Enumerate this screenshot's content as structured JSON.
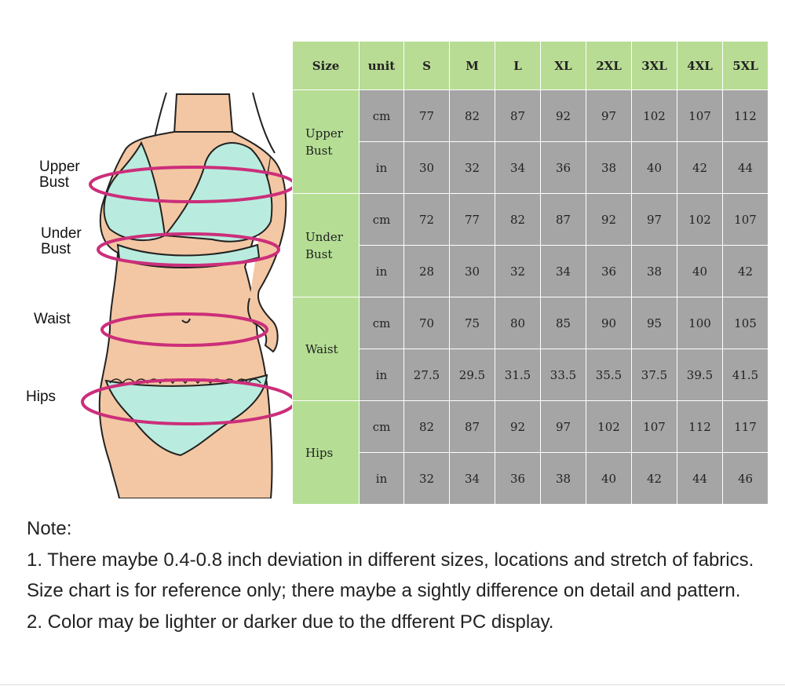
{
  "figure_labels": {
    "upper_bust": [
      "Upper",
      "Bust"
    ],
    "under_bust": [
      "Under",
      "Bust"
    ],
    "waist": "Waist",
    "hips": "Hips"
  },
  "table": {
    "header": {
      "size": "Size",
      "unit": "unit",
      "sizes": [
        "S",
        "M",
        "L",
        "XL",
        "2XL",
        "3XL",
        "4XL",
        "5XL"
      ]
    },
    "groups": [
      {
        "label": [
          "Upper",
          "Bust"
        ],
        "rows": [
          {
            "unit": "cm",
            "values": [
              "77",
              "82",
              "87",
              "92",
              "97",
              "102",
              "107",
              "112"
            ]
          },
          {
            "unit": "in",
            "values": [
              "30",
              "32",
              "34",
              "36",
              "38",
              "40",
              "42",
              "44"
            ]
          }
        ]
      },
      {
        "label": [
          "Under",
          "Bust"
        ],
        "rows": [
          {
            "unit": "cm",
            "values": [
              "72",
              "77",
              "82",
              "87",
              "92",
              "97",
              "102",
              "107"
            ]
          },
          {
            "unit": "in",
            "values": [
              "28",
              "30",
              "32",
              "34",
              "36",
              "38",
              "40",
              "42"
            ]
          }
        ]
      },
      {
        "label": [
          "Waist"
        ],
        "rows": [
          {
            "unit": "cm",
            "values": [
              "70",
              "75",
              "80",
              "85",
              "90",
              "95",
              "100",
              "105"
            ]
          },
          {
            "unit": "in",
            "values": [
              "27.5",
              "29.5",
              "31.5",
              "33.5",
              "35.5",
              "37.5",
              "39.5",
              "41.5"
            ]
          }
        ]
      },
      {
        "label": [
          "Hips"
        ],
        "rows": [
          {
            "unit": "cm",
            "values": [
              "82",
              "87",
              "92",
              "97",
              "102",
              "107",
              "112",
              "117"
            ]
          },
          {
            "unit": "in",
            "values": [
              "32",
              "34",
              "36",
              "38",
              "40",
              "42",
              "44",
              "46"
            ]
          }
        ]
      }
    ]
  },
  "notes": {
    "title": "Note:",
    "line1": "1. There maybe 0.4-0.8 inch deviation in different sizes, locations and stretch of fabrics. Size chart is for reference only; there maybe a sightly difference on detail and pattern.",
    "line2": "2. Color may be lighter or darker due to the dfferent PC display."
  },
  "colors": {
    "header_green": "#b8dc94",
    "group_green": "#b5de94",
    "cell_gray": "#a5a5a5",
    "skin": "#f3c7a3",
    "bikini": "#b9ecdf",
    "measure_pink": "#cc2e7a"
  }
}
